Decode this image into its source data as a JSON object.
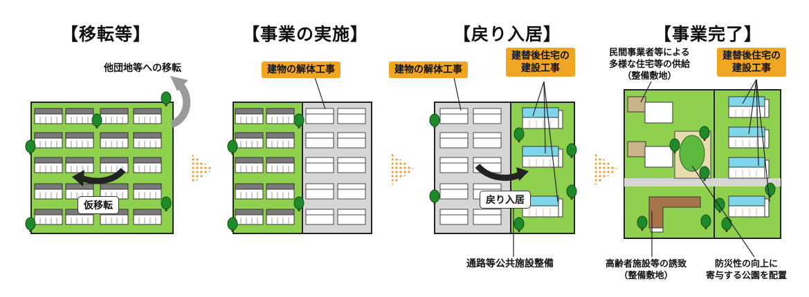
{
  "panels": [
    {
      "title": "【移転等】"
    },
    {
      "title": "【事業の実施】"
    },
    {
      "title": "【戻り入居】"
    },
    {
      "title": "【事業完了】"
    }
  ],
  "labels": {
    "relocation_other": "他団地等への移転",
    "temporary_move": "仮移転",
    "demolition_1": "建物の解体工事",
    "demolition_2": "建物の解体工事",
    "rebuild_1_line1": "建替後住宅の",
    "rebuild_1_line2": "建設工事",
    "return_move": "戻り入居",
    "public_facilities": "通路等公共施設整備",
    "private_supply_line1": "民間事業者等による",
    "private_supply_line2": "多様な住宅等の供給",
    "private_supply_line3": "（整備敷地）",
    "rebuild_2_line1": "建替後住宅の",
    "rebuild_2_line2": "建設工事",
    "elderly_line1": "高齢者施設等の誘致",
    "elderly_line2": "（整備敷地）",
    "park_line1": "防災性の向上に",
    "park_line2": "寄与する公園を配置"
  },
  "colors": {
    "grass": "#8fd14f",
    "cleared": "#d6d6d6",
    "roof_old": "#7a7a7a",
    "roof_new": "#7fd6ea",
    "accent_orange": "#f1a623",
    "arrow_dots": "#ef9a2b"
  }
}
